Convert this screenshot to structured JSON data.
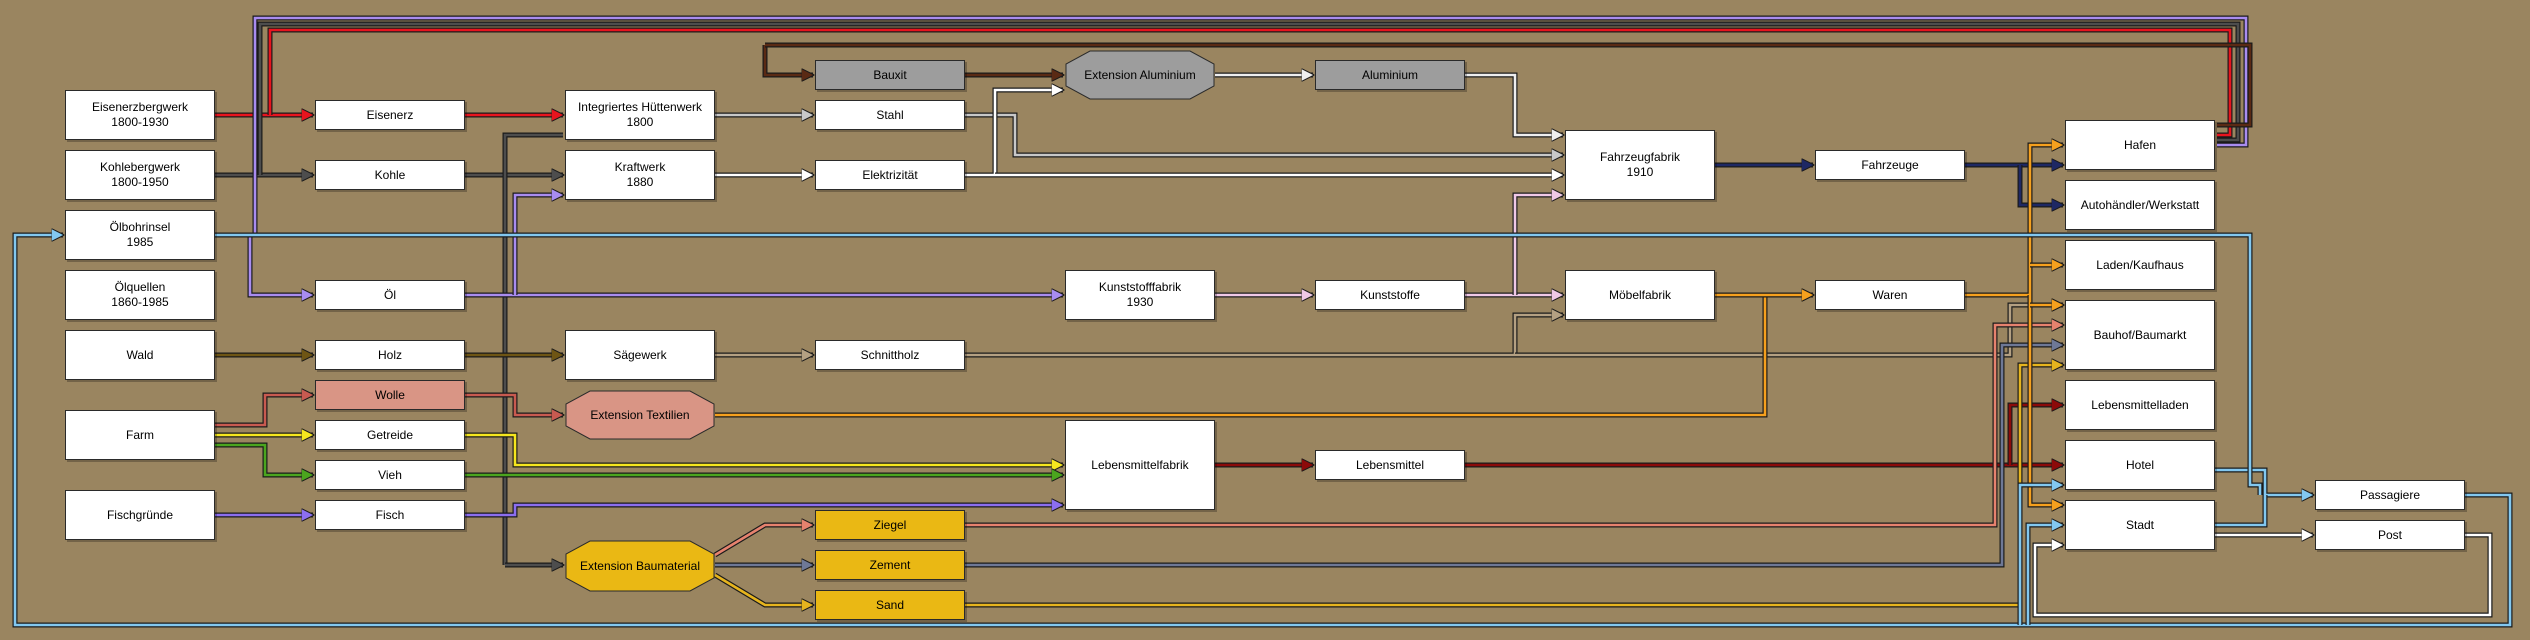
{
  "producers": {
    "eisenerzbergwerk": [
      "Eisenerzbergwerk",
      "1800-1930"
    ],
    "kohlebergwerk": [
      "Kohlebergwerk",
      "1800-1950"
    ],
    "oelbohrinsel": [
      "Ölbohrinsel",
      "1985"
    ],
    "oelquellen": [
      "Ölquellen",
      "1860-1985"
    ],
    "wald": [
      "Wald"
    ],
    "farm": [
      "Farm"
    ],
    "fischgruende": [
      "Fischgründe"
    ]
  },
  "raw_goods": {
    "eisenerz": "Eisenerz",
    "kohle": "Kohle",
    "oel": "Öl",
    "holz": "Holz",
    "wolle": "Wolle",
    "getreide": "Getreide",
    "vieh": "Vieh",
    "fisch": "Fisch"
  },
  "factories": {
    "huettenwerk": [
      "Integriertes Hüttenwerk",
      "1800"
    ],
    "kraftwerk": [
      "Kraftwerk",
      "1880"
    ],
    "saegewerk": [
      "Sägewerk"
    ],
    "kunststofffabrik": [
      "Kunststofffabrik",
      "1930"
    ],
    "lebensmittelfabrik": [
      "Lebensmittelfabrik"
    ],
    "fahrzeugfabrik": [
      "Fahrzeugfabrik",
      "1910"
    ],
    "moebelfabrik": [
      "Möbelfabrik"
    ]
  },
  "extensions": {
    "aluminium": "Extension Aluminium",
    "textilien": "Extension Textilien",
    "baumaterial": "Extension Baumaterial"
  },
  "goods": {
    "bauxit": "Bauxit",
    "aluminium": "Aluminium",
    "stahl": "Stahl",
    "elektrizitaet": "Elektrizität",
    "schnittholz": "Schnittholz",
    "kunststoffe": "Kunststoffe",
    "lebensmittel": "Lebensmittel",
    "ziegel": "Ziegel",
    "zement": "Zement",
    "sand": "Sand",
    "fahrzeuge": "Fahrzeuge",
    "waren": "Waren",
    "passagiere": "Passagiere",
    "post": "Post"
  },
  "consumers": {
    "hafen": "Hafen",
    "autohaendler": "Autohändler/Werkstatt",
    "laden": "Laden/Kaufhaus",
    "bauhof": "Bauhof/Baumarkt",
    "lebensmittelladen": "Lebensmittelladen",
    "hotel": "Hotel",
    "stadt": "Stadt"
  },
  "colors": {
    "background": "#9a8560",
    "eisenerz": "#e8141e",
    "kohle": "#4d4d4d",
    "oel": "#a98cf0",
    "holz": "#6e5514",
    "wolle": "#c85a50",
    "getreide": "#f5e61e",
    "vieh": "#4ba51e",
    "fisch": "#8c6ef0",
    "bauxit": "#5a2a14",
    "aluminium": "#eeeeee",
    "stahl": "#c8c8c8",
    "elektrizitaet": "#ffffff",
    "kunststoffe": "#f0c8e6",
    "schnittholz": "#b4a082",
    "lebensmittel": "#8c0a0a",
    "ziegel": "#e6826e",
    "zement": "#6e7896",
    "sand": "#e6b41e",
    "fahrzeuge": "#1e2864",
    "waren": "#f5a01e",
    "passagiere": "#82c8f0",
    "post": "#ffffff",
    "node_grey": "#9d9d9d",
    "node_rose": "#d99585",
    "node_gold": "#eab814"
  }
}
